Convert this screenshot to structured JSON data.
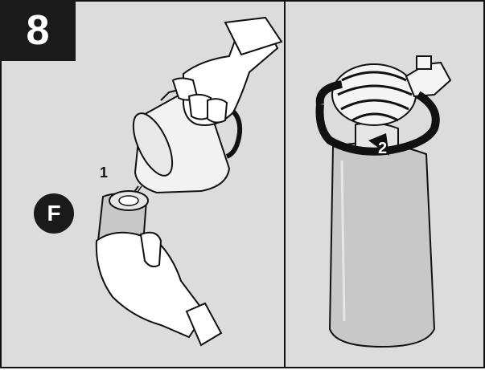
{
  "step": {
    "number": "8"
  },
  "callouts": {
    "part_label": "F",
    "substep_1": "1",
    "substep_2": "2"
  },
  "icons": [
    "hand-icon",
    "pitcher-icon",
    "filter-cartridge-icon",
    "rotation-arrow-icon"
  ],
  "colors": {
    "panel_bg": "#dcdcdc",
    "step_box": "#1a1a1a",
    "line": "#111111",
    "cartridge_body": "#c8c8c8"
  }
}
